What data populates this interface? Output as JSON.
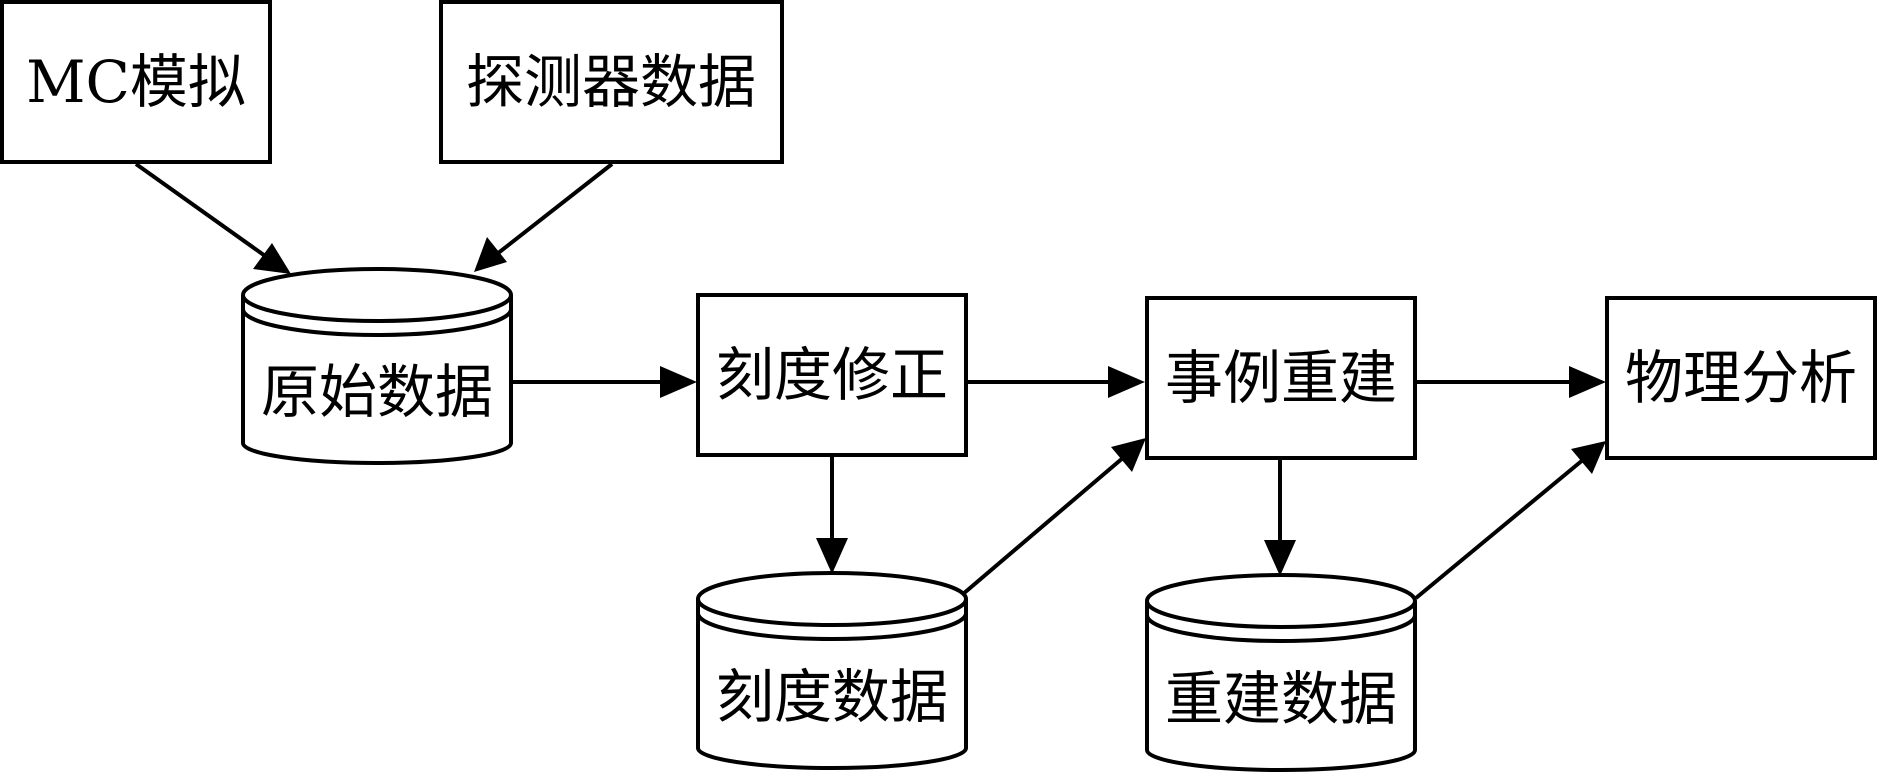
{
  "diagram": {
    "nodes": {
      "mc_sim": {
        "label": "MC模拟"
      },
      "detector_data": {
        "label": "探测器数据"
      },
      "raw_data": {
        "label": "原始数据"
      },
      "calibration": {
        "label": "刻度修正"
      },
      "calib_data": {
        "label": "刻度数据"
      },
      "event_reco": {
        "label": "事例重建"
      },
      "reco_data": {
        "label": "重建数据"
      },
      "physics": {
        "label": "物理分析"
      }
    },
    "edges": [
      {
        "from": "mc_sim",
        "to": "raw_data"
      },
      {
        "from": "detector_data",
        "to": "raw_data"
      },
      {
        "from": "raw_data",
        "to": "calibration"
      },
      {
        "from": "calibration",
        "to": "calib_data"
      },
      {
        "from": "calibration",
        "to": "event_reco"
      },
      {
        "from": "calib_data",
        "to": "event_reco"
      },
      {
        "from": "event_reco",
        "to": "reco_data"
      },
      {
        "from": "event_reco",
        "to": "physics"
      },
      {
        "from": "reco_data",
        "to": "physics"
      }
    ]
  }
}
